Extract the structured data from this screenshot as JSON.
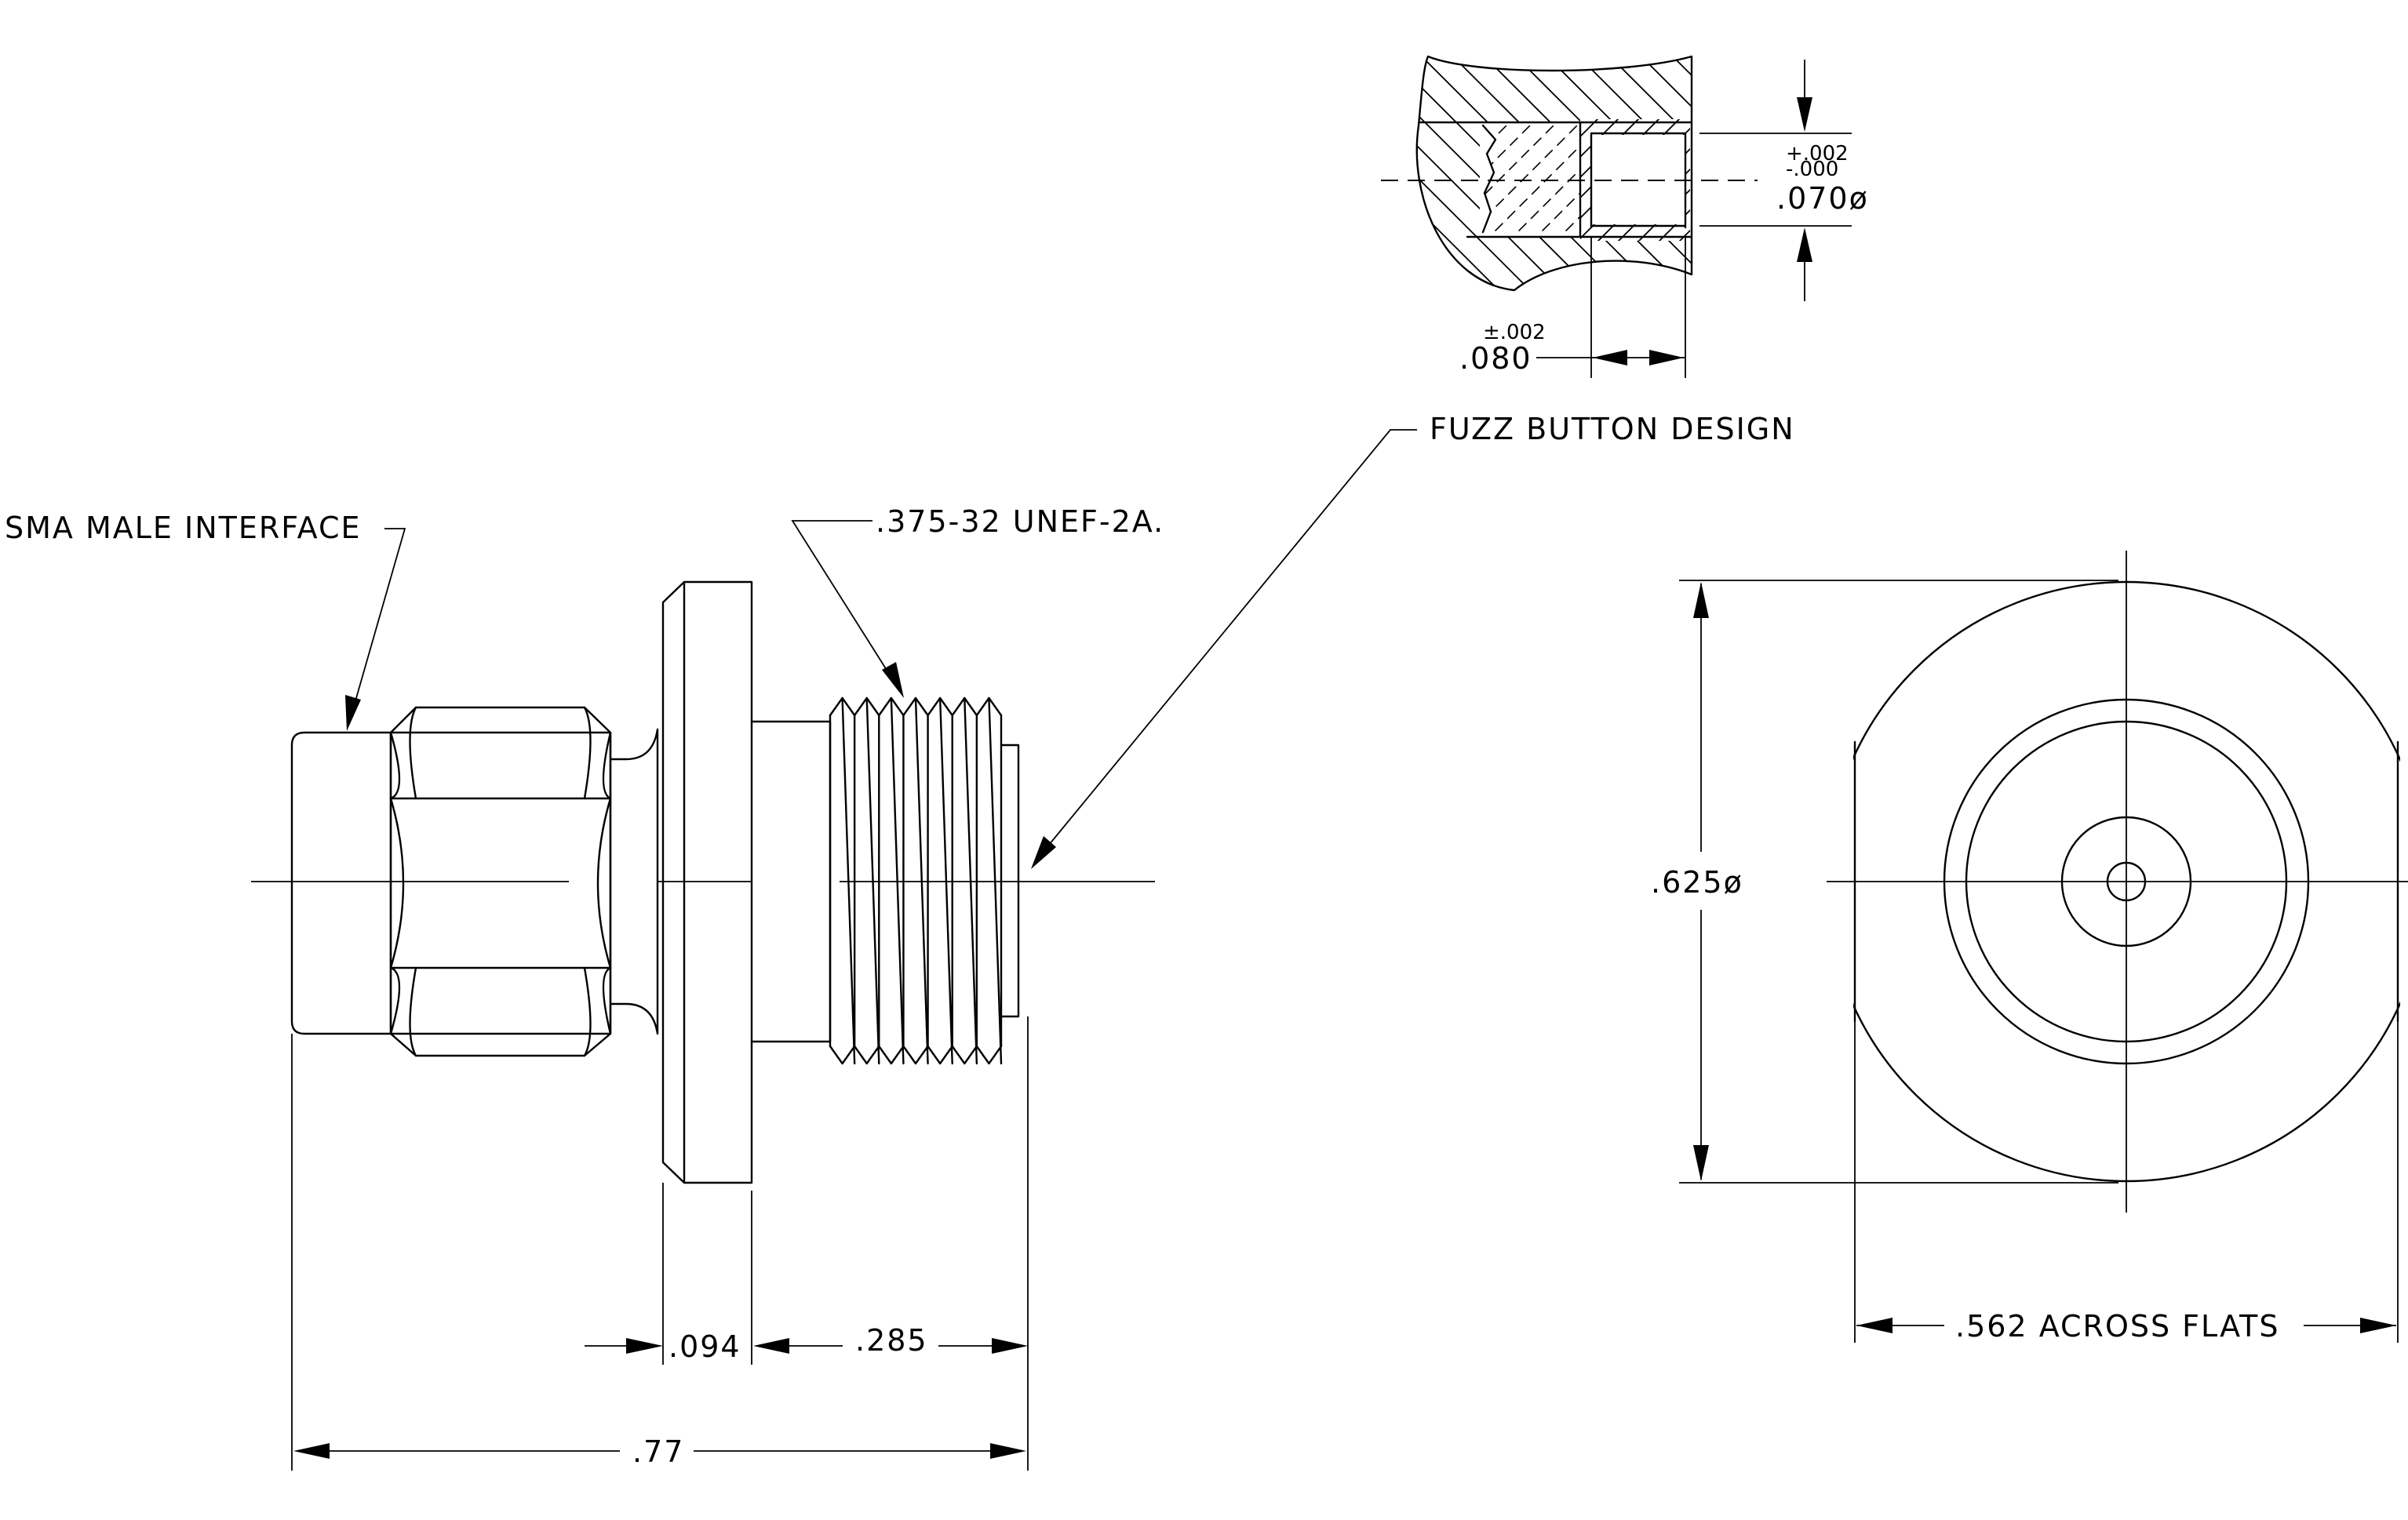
{
  "labels": {
    "sma_interface": "SMA MALE INTERFACE",
    "thread_spec": ".375-32 UNEF-2A.",
    "fuzz_button": "FUZZ BUTTON DESIGN",
    "flange_thickness": ".094",
    "thread_length": ".285",
    "overall_length": ".77",
    "outer_diameter": ".625ø",
    "across_flats": ".562 ACROSS FLATS",
    "bore_diameter": ".070ø",
    "bore_tol_plus": "+.002",
    "bore_tol_minus": "-.000",
    "bore_depth": ".080",
    "bore_depth_tol": "±.002"
  }
}
